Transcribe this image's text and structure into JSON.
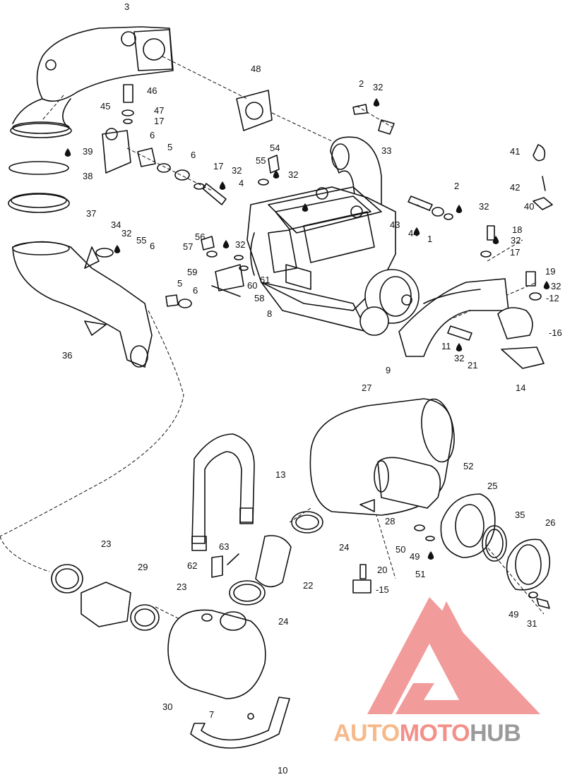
{
  "callouts": [
    {
      "id": "c3",
      "text": "3"
    },
    {
      "id": "c48",
      "text": "48"
    },
    {
      "id": "c46",
      "text": "46"
    },
    {
      "id": "c47",
      "text": "47"
    },
    {
      "id": "c17a",
      "text": "17"
    },
    {
      "id": "c45",
      "text": "45"
    },
    {
      "id": "c6a",
      "text": "6"
    },
    {
      "id": "c5a",
      "text": "5"
    },
    {
      "id": "c6b",
      "text": "6"
    },
    {
      "id": "c17b",
      "text": "17"
    },
    {
      "id": "c32a",
      "text": "32"
    },
    {
      "id": "c4",
      "text": "4"
    },
    {
      "id": "c39",
      "text": "39"
    },
    {
      "id": "c38",
      "text": "38"
    },
    {
      "id": "c37",
      "text": "37"
    },
    {
      "id": "c2a",
      "text": "2"
    },
    {
      "id": "c32b",
      "text": "32"
    },
    {
      "id": "c33",
      "text": "33"
    },
    {
      "id": "c54",
      "text": "54"
    },
    {
      "id": "c55a",
      "text": "55"
    },
    {
      "id": "c32c",
      "text": "32"
    },
    {
      "id": "c41",
      "text": "41"
    },
    {
      "id": "c42",
      "text": "42"
    },
    {
      "id": "c40",
      "text": "40"
    },
    {
      "id": "c2b",
      "text": "2"
    },
    {
      "id": "c43",
      "text": "43"
    },
    {
      "id": "c44",
      "text": "44"
    },
    {
      "id": "c32d",
      "text": "32"
    },
    {
      "id": "c1",
      "text": "1"
    },
    {
      "id": "c18",
      "text": "18"
    },
    {
      "id": "c32e",
      "text": "32"
    },
    {
      "id": "c17c",
      "text": "17"
    },
    {
      "id": "c34",
      "text": "34"
    },
    {
      "id": "c32f",
      "text": "32"
    },
    {
      "id": "c55b",
      "text": "55"
    },
    {
      "id": "c6c",
      "text": "6"
    },
    {
      "id": "c56",
      "text": "56"
    },
    {
      "id": "c32g",
      "text": "32"
    },
    {
      "id": "c57",
      "text": "57"
    },
    {
      "id": "c59",
      "text": "59"
    },
    {
      "id": "c60",
      "text": "60"
    },
    {
      "id": "c61",
      "text": "61"
    },
    {
      "id": "c58",
      "text": "58"
    },
    {
      "id": "c5b",
      "text": "5"
    },
    {
      "id": "c6d",
      "text": "6"
    },
    {
      "id": "c8",
      "text": "8"
    },
    {
      "id": "c36",
      "text": "36"
    },
    {
      "id": "c19",
      "text": "19"
    },
    {
      "id": "c32h",
      "text": "32"
    },
    {
      "id": "c12",
      "text": "-12"
    },
    {
      "id": "c16",
      "text": "-16"
    },
    {
      "id": "c11",
      "text": "11"
    },
    {
      "id": "c32i",
      "text": "32"
    },
    {
      "id": "c21",
      "text": "21"
    },
    {
      "id": "c9",
      "text": "9"
    },
    {
      "id": "c14",
      "text": "14"
    },
    {
      "id": "c27",
      "text": "27"
    },
    {
      "id": "c52",
      "text": "52"
    },
    {
      "id": "c13",
      "text": "13"
    },
    {
      "id": "c25",
      "text": "25"
    },
    {
      "id": "c35",
      "text": "35"
    },
    {
      "id": "c28",
      "text": "28"
    },
    {
      "id": "c26",
      "text": "26"
    },
    {
      "id": "c23a",
      "text": "23"
    },
    {
      "id": "c24a",
      "text": "24"
    },
    {
      "id": "c50",
      "text": "50"
    },
    {
      "id": "c49a",
      "text": "49"
    },
    {
      "id": "c51",
      "text": "51"
    },
    {
      "id": "c29",
      "text": "29"
    },
    {
      "id": "c63",
      "text": "63"
    },
    {
      "id": "c62",
      "text": "62"
    },
    {
      "id": "c20",
      "text": "20"
    },
    {
      "id": "c15",
      "text": "-15"
    },
    {
      "id": "c22",
      "text": "22"
    },
    {
      "id": "c23b",
      "text": "23"
    },
    {
      "id": "c24b",
      "text": "24"
    },
    {
      "id": "c49b",
      "text": "49"
    },
    {
      "id": "c31",
      "text": "31"
    },
    {
      "id": "c30",
      "text": "30"
    },
    {
      "id": "c7",
      "text": "7"
    },
    {
      "id": "c10",
      "text": "10"
    }
  ],
  "watermark": {
    "parts": [
      "AUTO",
      "MOTO",
      "HUB"
    ],
    "colors": {
      "auto": "#f6b98a",
      "moto": "#f3908a",
      "hub": "#9a9a9a",
      "triangle": "#f08a8a"
    }
  },
  "colors": {
    "ink": "#111111",
    "background": "#ffffff"
  }
}
